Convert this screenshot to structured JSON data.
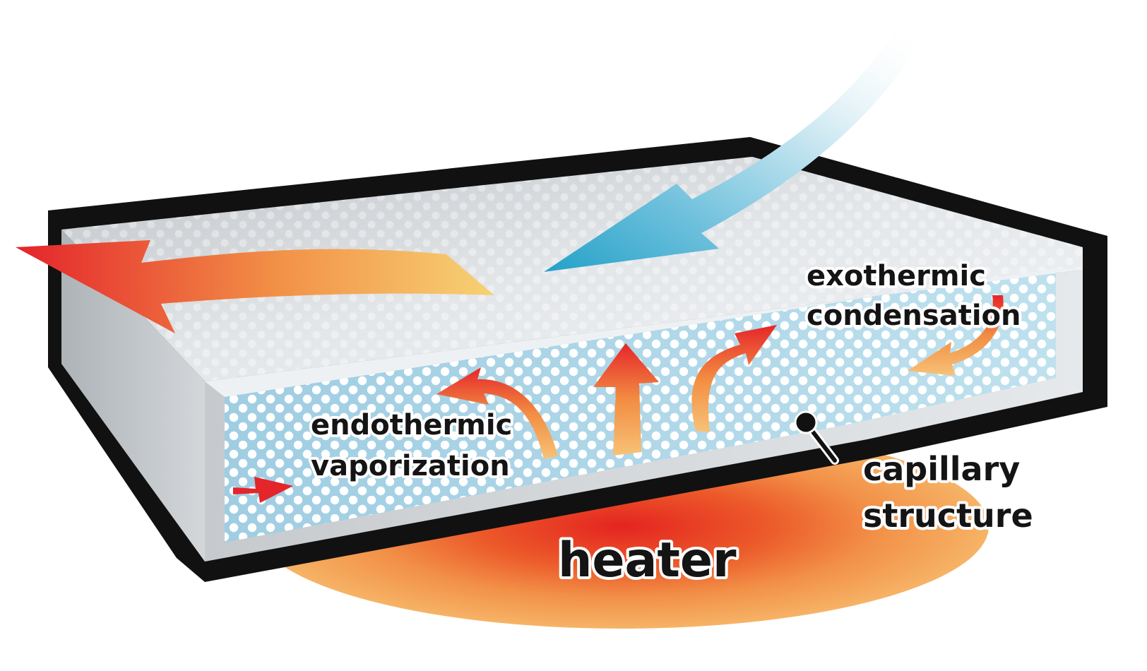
{
  "labels": {
    "exothermic_line1": "exothermic",
    "exothermic_line2": "condensation",
    "endothermic_line1": "endothermic",
    "endothermic_line2": "vaporization",
    "capillary_line1": "capillary",
    "capillary_line2": "structure",
    "heater": "heater"
  },
  "colors": {
    "outline": "#111111",
    "casing": "#d7dadd",
    "wick": "#a9d3e6",
    "hot_red": "#e4252a",
    "hot_orange": "#f08a3c",
    "warm_yellow": "#f7c870",
    "cool_blue": "#2aa4c9"
  },
  "icons": {
    "inflow_arrow": "cool-inflow-arrow",
    "outflow_arrow": "heat-outflow-arrow",
    "vapor_arrows": "vapor-arrow",
    "condensation_arrow": "condensation-arrow",
    "liquid_return_arrow": "liquid-return-arrow",
    "pointer": "pointer-dot-icon"
  }
}
